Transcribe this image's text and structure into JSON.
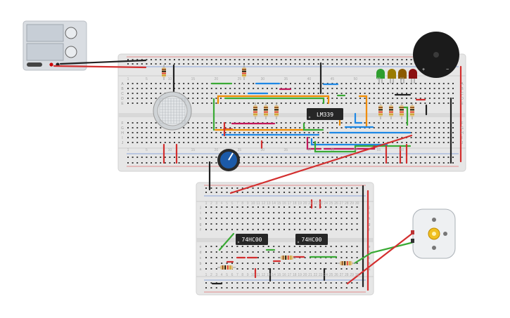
{
  "power_supply": {
    "name": "power-supply",
    "buttons": [
      "0",
      "0"
    ]
  },
  "breadboard_top": {
    "column_numbers": [
      "1",
      "5",
      "10",
      "15",
      "20",
      "25",
      "30",
      "35",
      "40",
      "45",
      "50",
      "55",
      "60"
    ],
    "row_letters_top": [
      "A",
      "B",
      "C",
      "D",
      "E"
    ],
    "row_letters_bottom": [
      "F",
      "G",
      "H",
      "I",
      "J"
    ]
  },
  "breadboard_bottom": {
    "column_numbers": [
      "1",
      "2",
      "3",
      "4",
      "5",
      "6",
      "7",
      "8",
      "9",
      "10",
      "11",
      "12",
      "13",
      "14",
      "15",
      "16",
      "17",
      "18",
      "19",
      "20",
      "21",
      "22",
      "23",
      "24",
      "25",
      "26",
      "27",
      "28",
      "29",
      "30"
    ],
    "row_letters_top": [
      "j",
      "i",
      "h",
      "g",
      "f"
    ],
    "row_letters_bottom": [
      "e",
      "d",
      "c",
      "b",
      "a"
    ]
  },
  "chips": [
    {
      "id": "lm339",
      "label": "LM339"
    },
    {
      "id": "74hc00-left",
      "label": "74HC00"
    },
    {
      "id": "74hc00-right",
      "label": "74HC00"
    }
  ],
  "buzzer": {
    "plus": "+",
    "minus": "−"
  },
  "leds": [
    {
      "color": "#2e9e2e"
    },
    {
      "color": "#9a7b00"
    },
    {
      "color": "#8b5a00"
    },
    {
      "color": "#8b1010"
    }
  ],
  "colors": {
    "red_wire": "#d32f2f",
    "black_wire": "#222222",
    "green_wire": "#3aaa35",
    "orange_wire": "#f08c00",
    "blue_wire": "#1e88e5",
    "magenta_wire": "#c2185b",
    "pot": "#1c5aa8"
  }
}
